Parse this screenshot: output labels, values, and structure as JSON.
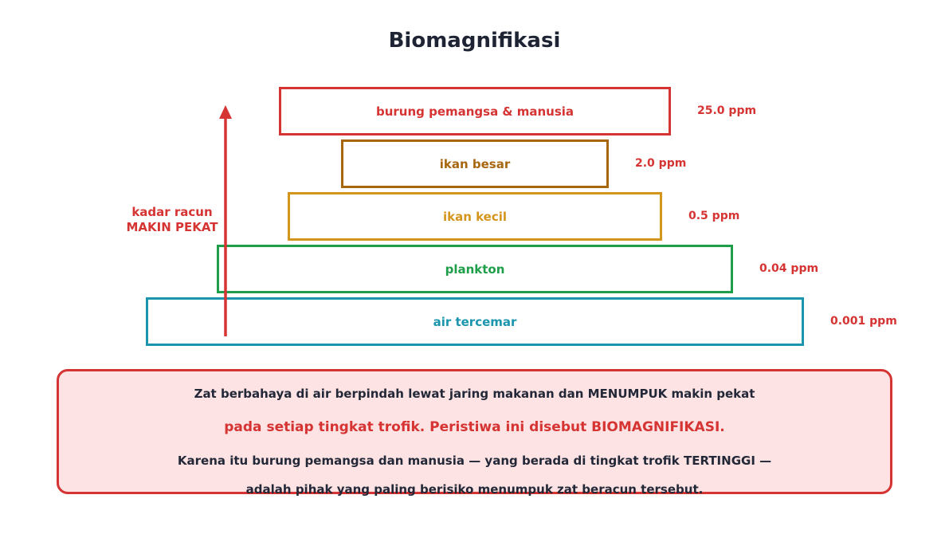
{
  "title": "Biomagnifikasi",
  "colors": {
    "title": "#1e2433",
    "accent_red": "#d63333",
    "dark_text": "#232838",
    "box_fill": "#fde3e3"
  },
  "pyramid": {
    "levels": [
      {
        "label": "burung pemangsa & manusia",
        "ppm": "25.0 ppm",
        "color": "#d63333"
      },
      {
        "label": "ikan besar",
        "ppm": "2.0 ppm",
        "color": "#a8660e"
      },
      {
        "label": "ikan kecil",
        "ppm": "0.5 ppm",
        "color": "#d4951c"
      },
      {
        "label": "plankton",
        "ppm": "0.04 ppm",
        "color": "#1f9e4a"
      },
      {
        "label": "air tercemar",
        "ppm": "0.001 ppm",
        "color": "#1a95ad"
      }
    ]
  },
  "arrow": {
    "label_line1": "kadar racun",
    "label_line2": "MAKIN PEKAT"
  },
  "info": {
    "line1": "Zat berbahaya di air berpindah lewat jaring makanan dan MENUMPUK makin pekat",
    "line2": "pada setiap tingkat trofik. Peristiwa ini disebut BIOMAGNIFIKASI.",
    "line3": "Karena itu burung pemangsa dan manusia — yang berada di tingkat trofik TERTINGGI —",
    "line4": "adalah pihak yang paling berisiko menumpuk zat beracun tersebut."
  }
}
